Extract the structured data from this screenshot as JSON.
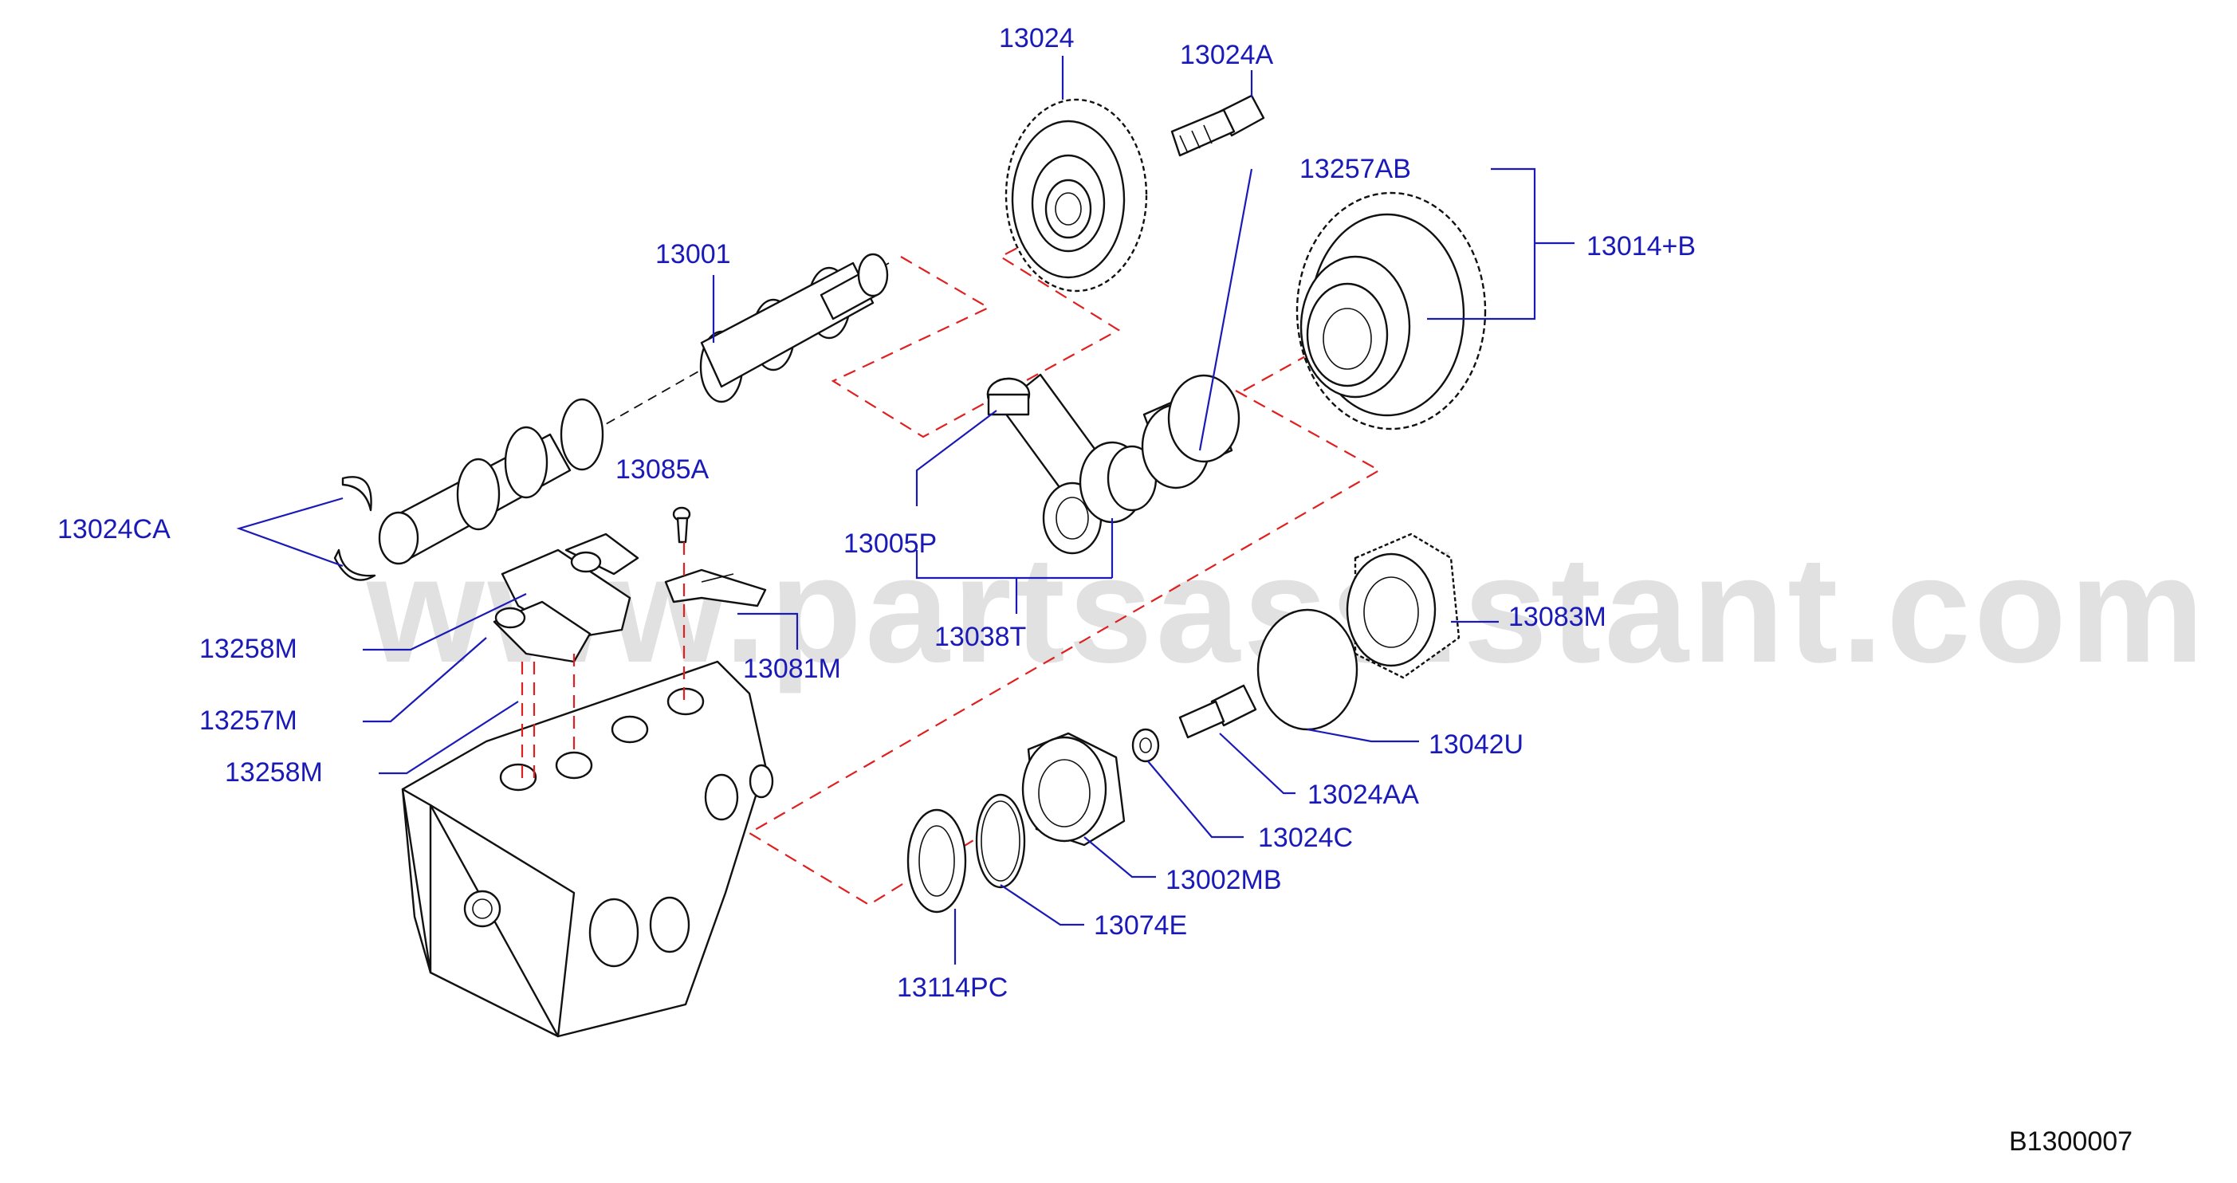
{
  "watermark": "www.partsassistant.com",
  "reference_code": "B1300007",
  "callouts": {
    "c_13024": "13024",
    "c_13024A": "13024A",
    "c_13257AB": "13257AB",
    "c_13014B": "13014+B",
    "c_13001": "13001",
    "c_13024CA": "13024CA",
    "c_13085A": "13085A",
    "c_13005P": "13005P",
    "c_13038T": "13038T",
    "c_13083M": "13083M",
    "c_13258M_top": "13258M",
    "c_13081M": "13081M",
    "c_13257M": "13257M",
    "c_13042U": "13042U",
    "c_13258M_bottom": "13258M",
    "c_13024AA": "13024AA",
    "c_13024C": "13024C",
    "c_13002MB": "13002MB",
    "c_13074E": "13074E",
    "c_13114PC": "13114PC"
  }
}
